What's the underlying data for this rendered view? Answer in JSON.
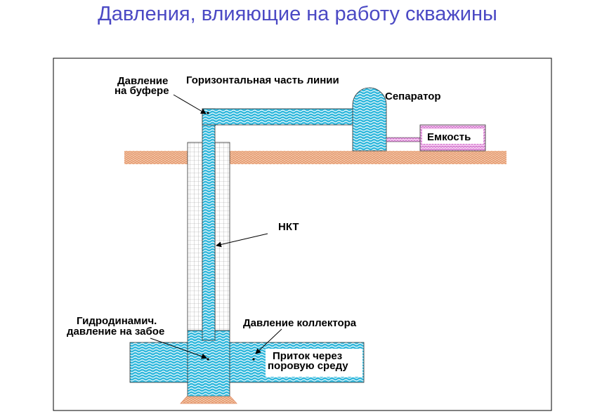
{
  "title": "Давления, влияющие на работу скважины",
  "labels": {
    "buffer_pressure_line1": "Давление",
    "buffer_pressure_line2": "на буфере",
    "horizontal_line": "Горизонтальная часть линии",
    "separator": "Сепаратор",
    "tank": "Емкость",
    "tubing": "НКТ",
    "bottomhole_line1": "Гидродинамич.",
    "bottomhole_line2": "давление на забое",
    "reservoir_pressure": "Давление коллектора",
    "inflow_line1": "Приток через",
    "inflow_line2": "поровую среду"
  },
  "colors": {
    "title": "#4b49c4",
    "fluid": "#2fb7dc",
    "ground": "#f0b48c",
    "tank_liquid": "#e08ed8"
  },
  "icons": [
    "arrow-icon"
  ]
}
